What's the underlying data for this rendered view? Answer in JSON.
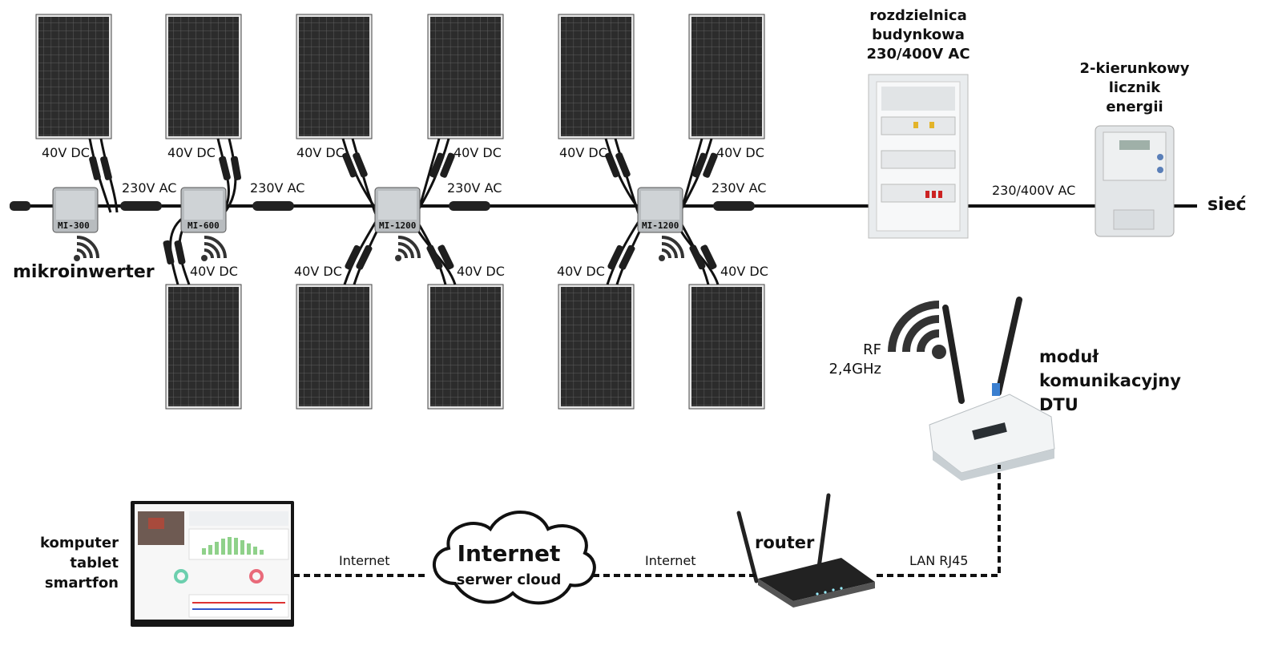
{
  "microinverters": [
    {
      "model": "MI-300"
    },
    {
      "model": "MI-600"
    },
    {
      "model": "MI-1200"
    },
    {
      "model": "MI-1200"
    }
  ],
  "labels": {
    "dc": "40V DC",
    "ac": "230V AC",
    "microinverter": "mikroinwerter",
    "distribution_board": "rozdzielnica\nbudynkowa\n230/400V AC",
    "meter": "2-kierunkowy\nlicznik\nenergii",
    "grid": "sieć",
    "grid_line": "230/400V AC",
    "rf": "RF\n2,4GHz",
    "dtu": "moduł\nkomunikacyjny\nDTU",
    "router": "router",
    "lan": "LAN RJ45",
    "internet_link_left": "Internet",
    "internet_link_right": "Internet",
    "cloud_title": "Internet",
    "cloud_subtitle": "serwer cloud",
    "devices": "komputer\ntablet\nsmartfon"
  }
}
